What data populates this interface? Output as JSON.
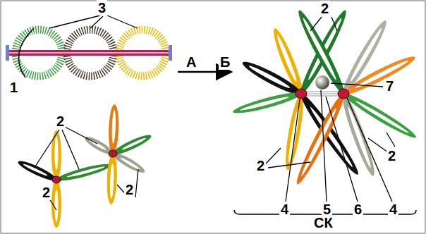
{
  "diagram": {
    "labels": [
      "3",
      "2",
      "1",
      "А",
      "Б",
      "7",
      "2",
      "2",
      "2",
      "2",
      "2",
      "4",
      "5",
      "6",
      "4",
      "СК"
    ]
  }
}
